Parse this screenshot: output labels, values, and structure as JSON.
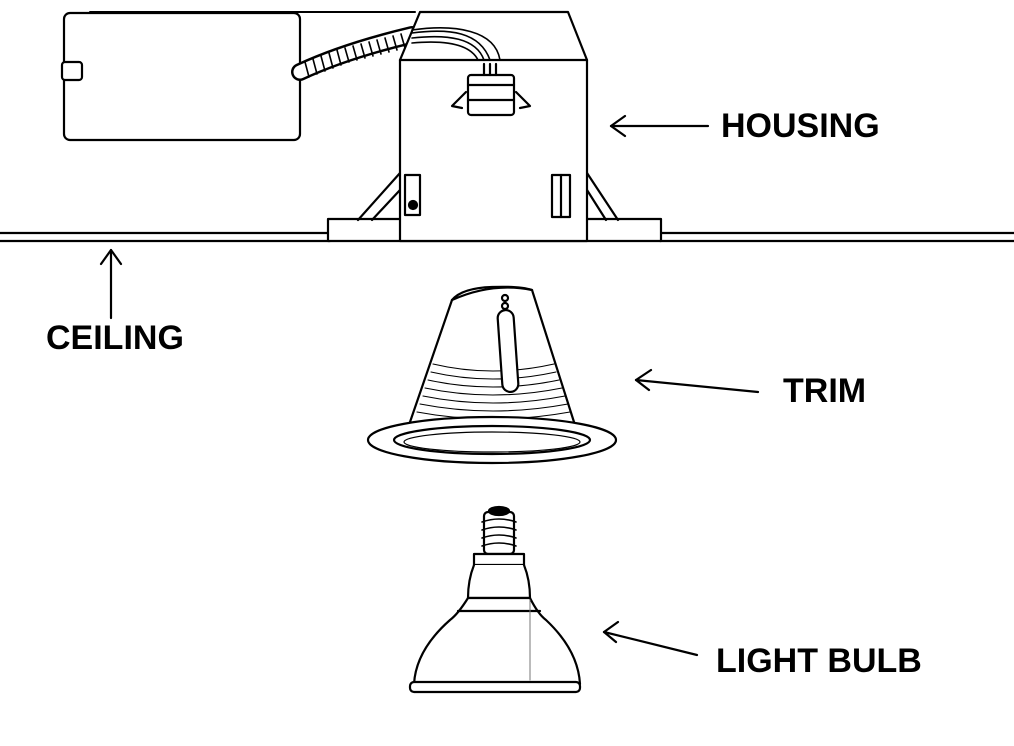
{
  "labels": {
    "housing": "HOUSING",
    "ceiling": "CEILING",
    "trim": "TRIM",
    "light_bulb": "LIGHT BULB"
  },
  "colors": {
    "line": "#000000",
    "fill": "#ffffff"
  }
}
